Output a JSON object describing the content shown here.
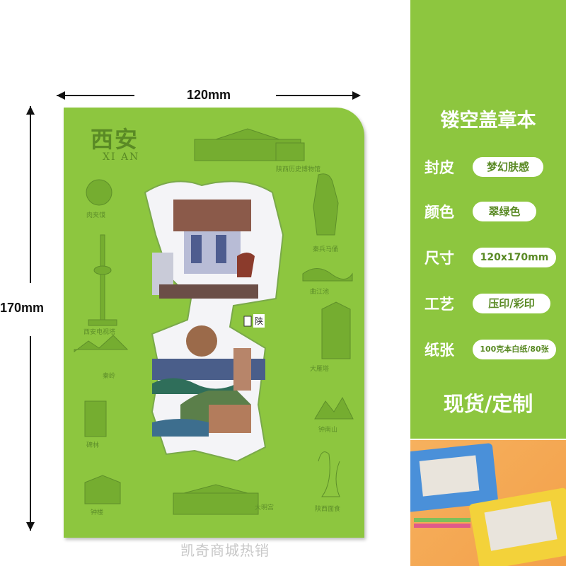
{
  "dimensions": {
    "width_label": "120mm",
    "height_label": "170mm"
  },
  "notebook": {
    "title": "西安",
    "subtitle": "XI AN",
    "cover_color": "#8dc63f",
    "landmarks": [
      "陕西历史博物馆",
      "肉夹馍",
      "秦兵马俑",
      "西安电视塔",
      "曲江池",
      "大雁塔",
      "秦岭",
      "钟南山",
      "碑林",
      "陕西面食",
      "钟楼",
      "大明宫"
    ],
    "stamp_char": "陕"
  },
  "panel": {
    "title": "镂空盖章本",
    "specs": [
      {
        "key": "封皮",
        "value": "梦幻肤感"
      },
      {
        "key": "颜色",
        "value": "翠绿色"
      },
      {
        "key": "尺寸",
        "value": "120x170mm"
      },
      {
        "key": "工艺",
        "value": "压印/彩印"
      },
      {
        "key": "纸张",
        "value": "100克本白纸/80张"
      }
    ],
    "footer": "现货/定制",
    "accent": "#8dc63f"
  },
  "watermark": "凯奇商城热销"
}
